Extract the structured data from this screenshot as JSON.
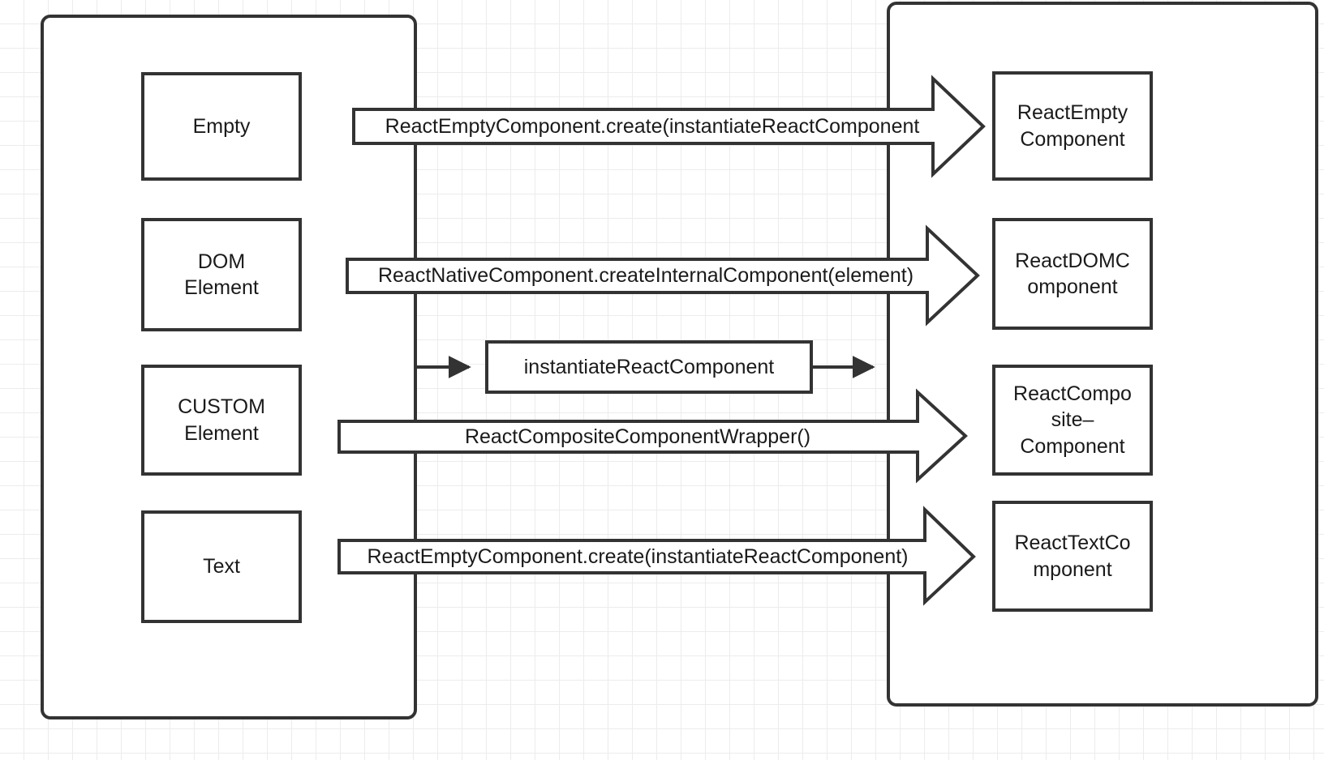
{
  "diagram": {
    "title": "React instantiateReactComponent dispatch diagram",
    "style": {
      "stroke": "#333333",
      "fill": "#ffffff",
      "grid": "#ececec",
      "text": "#1a1a1a"
    },
    "containers": [
      {
        "name": "left-container",
        "label": ""
      },
      {
        "name": "right-container",
        "label": ""
      }
    ],
    "left_boxes": [
      {
        "id": "empty",
        "label": "Empty"
      },
      {
        "id": "dom-element",
        "label": "DOM\nElement"
      },
      {
        "id": "custom-element",
        "label": "CUSTOM\nElement"
      },
      {
        "id": "text",
        "label": "Text"
      }
    ],
    "right_boxes": [
      {
        "id": "react-empty-component",
        "label": "ReactEmpty\nComponent"
      },
      {
        "id": "react-dom-component",
        "label": "ReactDOMC\nomponent"
      },
      {
        "id": "react-composite-component",
        "label": "ReactCompo\nsite–\nComponent"
      },
      {
        "id": "react-text-component",
        "label": "ReactTextCo\nmponent"
      }
    ],
    "center_box": {
      "id": "instantiate-react-component",
      "label": "instantiateReactComponent"
    },
    "arrows": [
      {
        "id": "arrow-empty",
        "label": "ReactEmptyComponent.create(instantiateReactComponent"
      },
      {
        "id": "arrow-dom",
        "label": "ReactNativeComponent.createInternalComponent(element)"
      },
      {
        "id": "arrow-composite",
        "label": "ReactCompositeComponentWrapper()"
      },
      {
        "id": "arrow-text",
        "label": "ReactEmptyComponent.create(instantiateReactComponent)"
      }
    ],
    "connectors": [
      {
        "id": "connector-in",
        "label": ""
      },
      {
        "id": "connector-out",
        "label": ""
      }
    ]
  }
}
